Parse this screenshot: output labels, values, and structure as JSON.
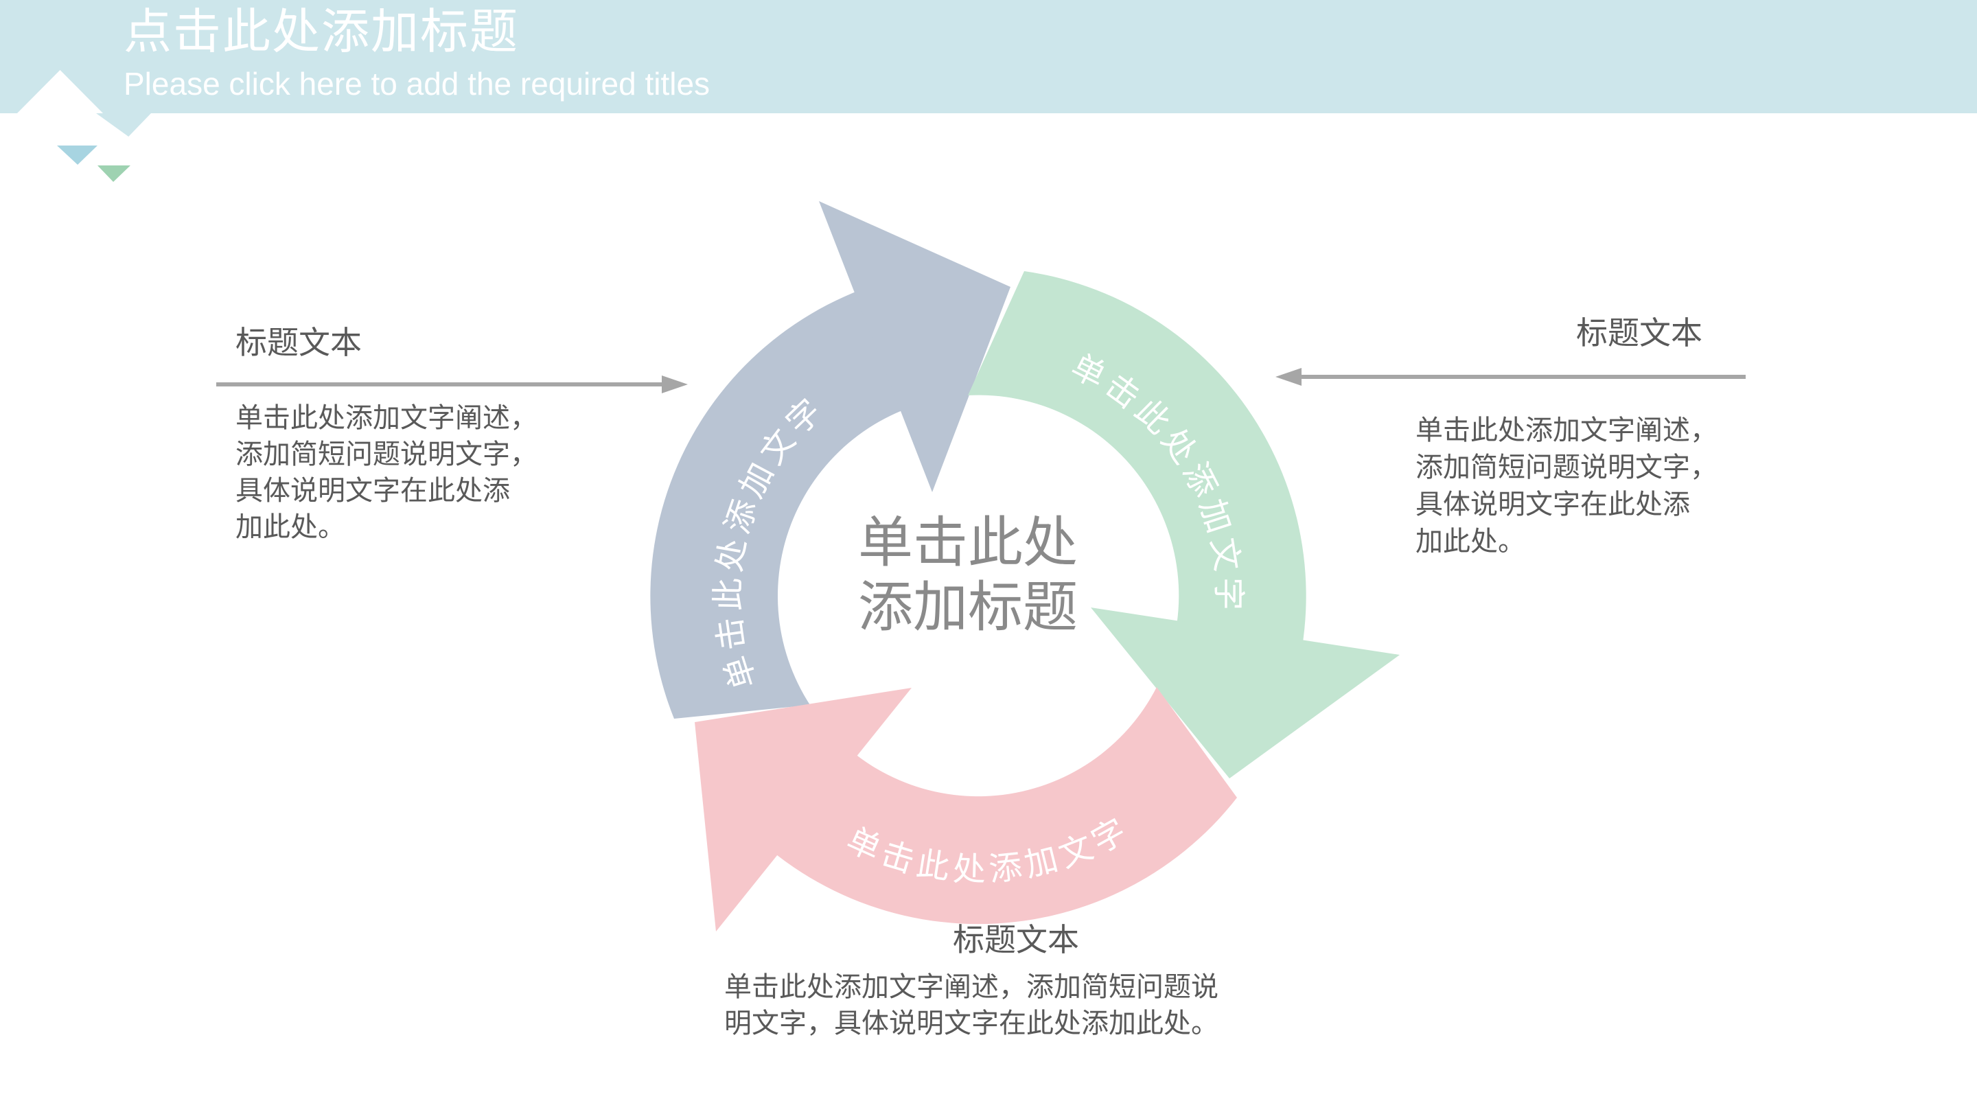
{
  "header": {
    "title": "点击此处添加标题",
    "subtitle": "Please click here to add the required titles"
  },
  "diagram": {
    "center": {
      "line1": "单击此处",
      "line2": "添加标题"
    },
    "arrows": [
      {
        "name": "cycle-arrow-top-left",
        "label": "单击此处添加文字",
        "color": "#b9c4d3"
      },
      {
        "name": "cycle-arrow-right",
        "label": "单击此处添加文字",
        "color": "#c3e5d1"
      },
      {
        "name": "cycle-arrow-bottom",
        "label": "单击此处添加文字",
        "color": "#f6c7cb"
      }
    ]
  },
  "annotations": {
    "left": {
      "heading": "标题文本",
      "lines": [
        "单击此处添加文字阐述，",
        "添加简短问题说明文字，",
        "具体说明文字在此处添",
        "加此处。"
      ]
    },
    "right": {
      "heading": "标题文本",
      "lines": [
        "单击此处添加文字阐述，",
        "添加简短问题说明文字，",
        "具体说明文字在此处添",
        "加此处。"
      ]
    },
    "bottom": {
      "heading": "标题文本",
      "lines": [
        "单击此处添加文字阐述，添加简短问题说",
        "明文字，具体说明文字在此处添加此处。"
      ]
    }
  },
  "colors": {
    "band": "#cde6eb",
    "tri_blue": "#a7d4e1",
    "tri_green": "#9ed2b1",
    "arrow_blue": "#b9c4d3",
    "arrow_green": "#c3e5d1",
    "arrow_pink": "#f6c7cb",
    "rule": "#a6a6a6"
  }
}
